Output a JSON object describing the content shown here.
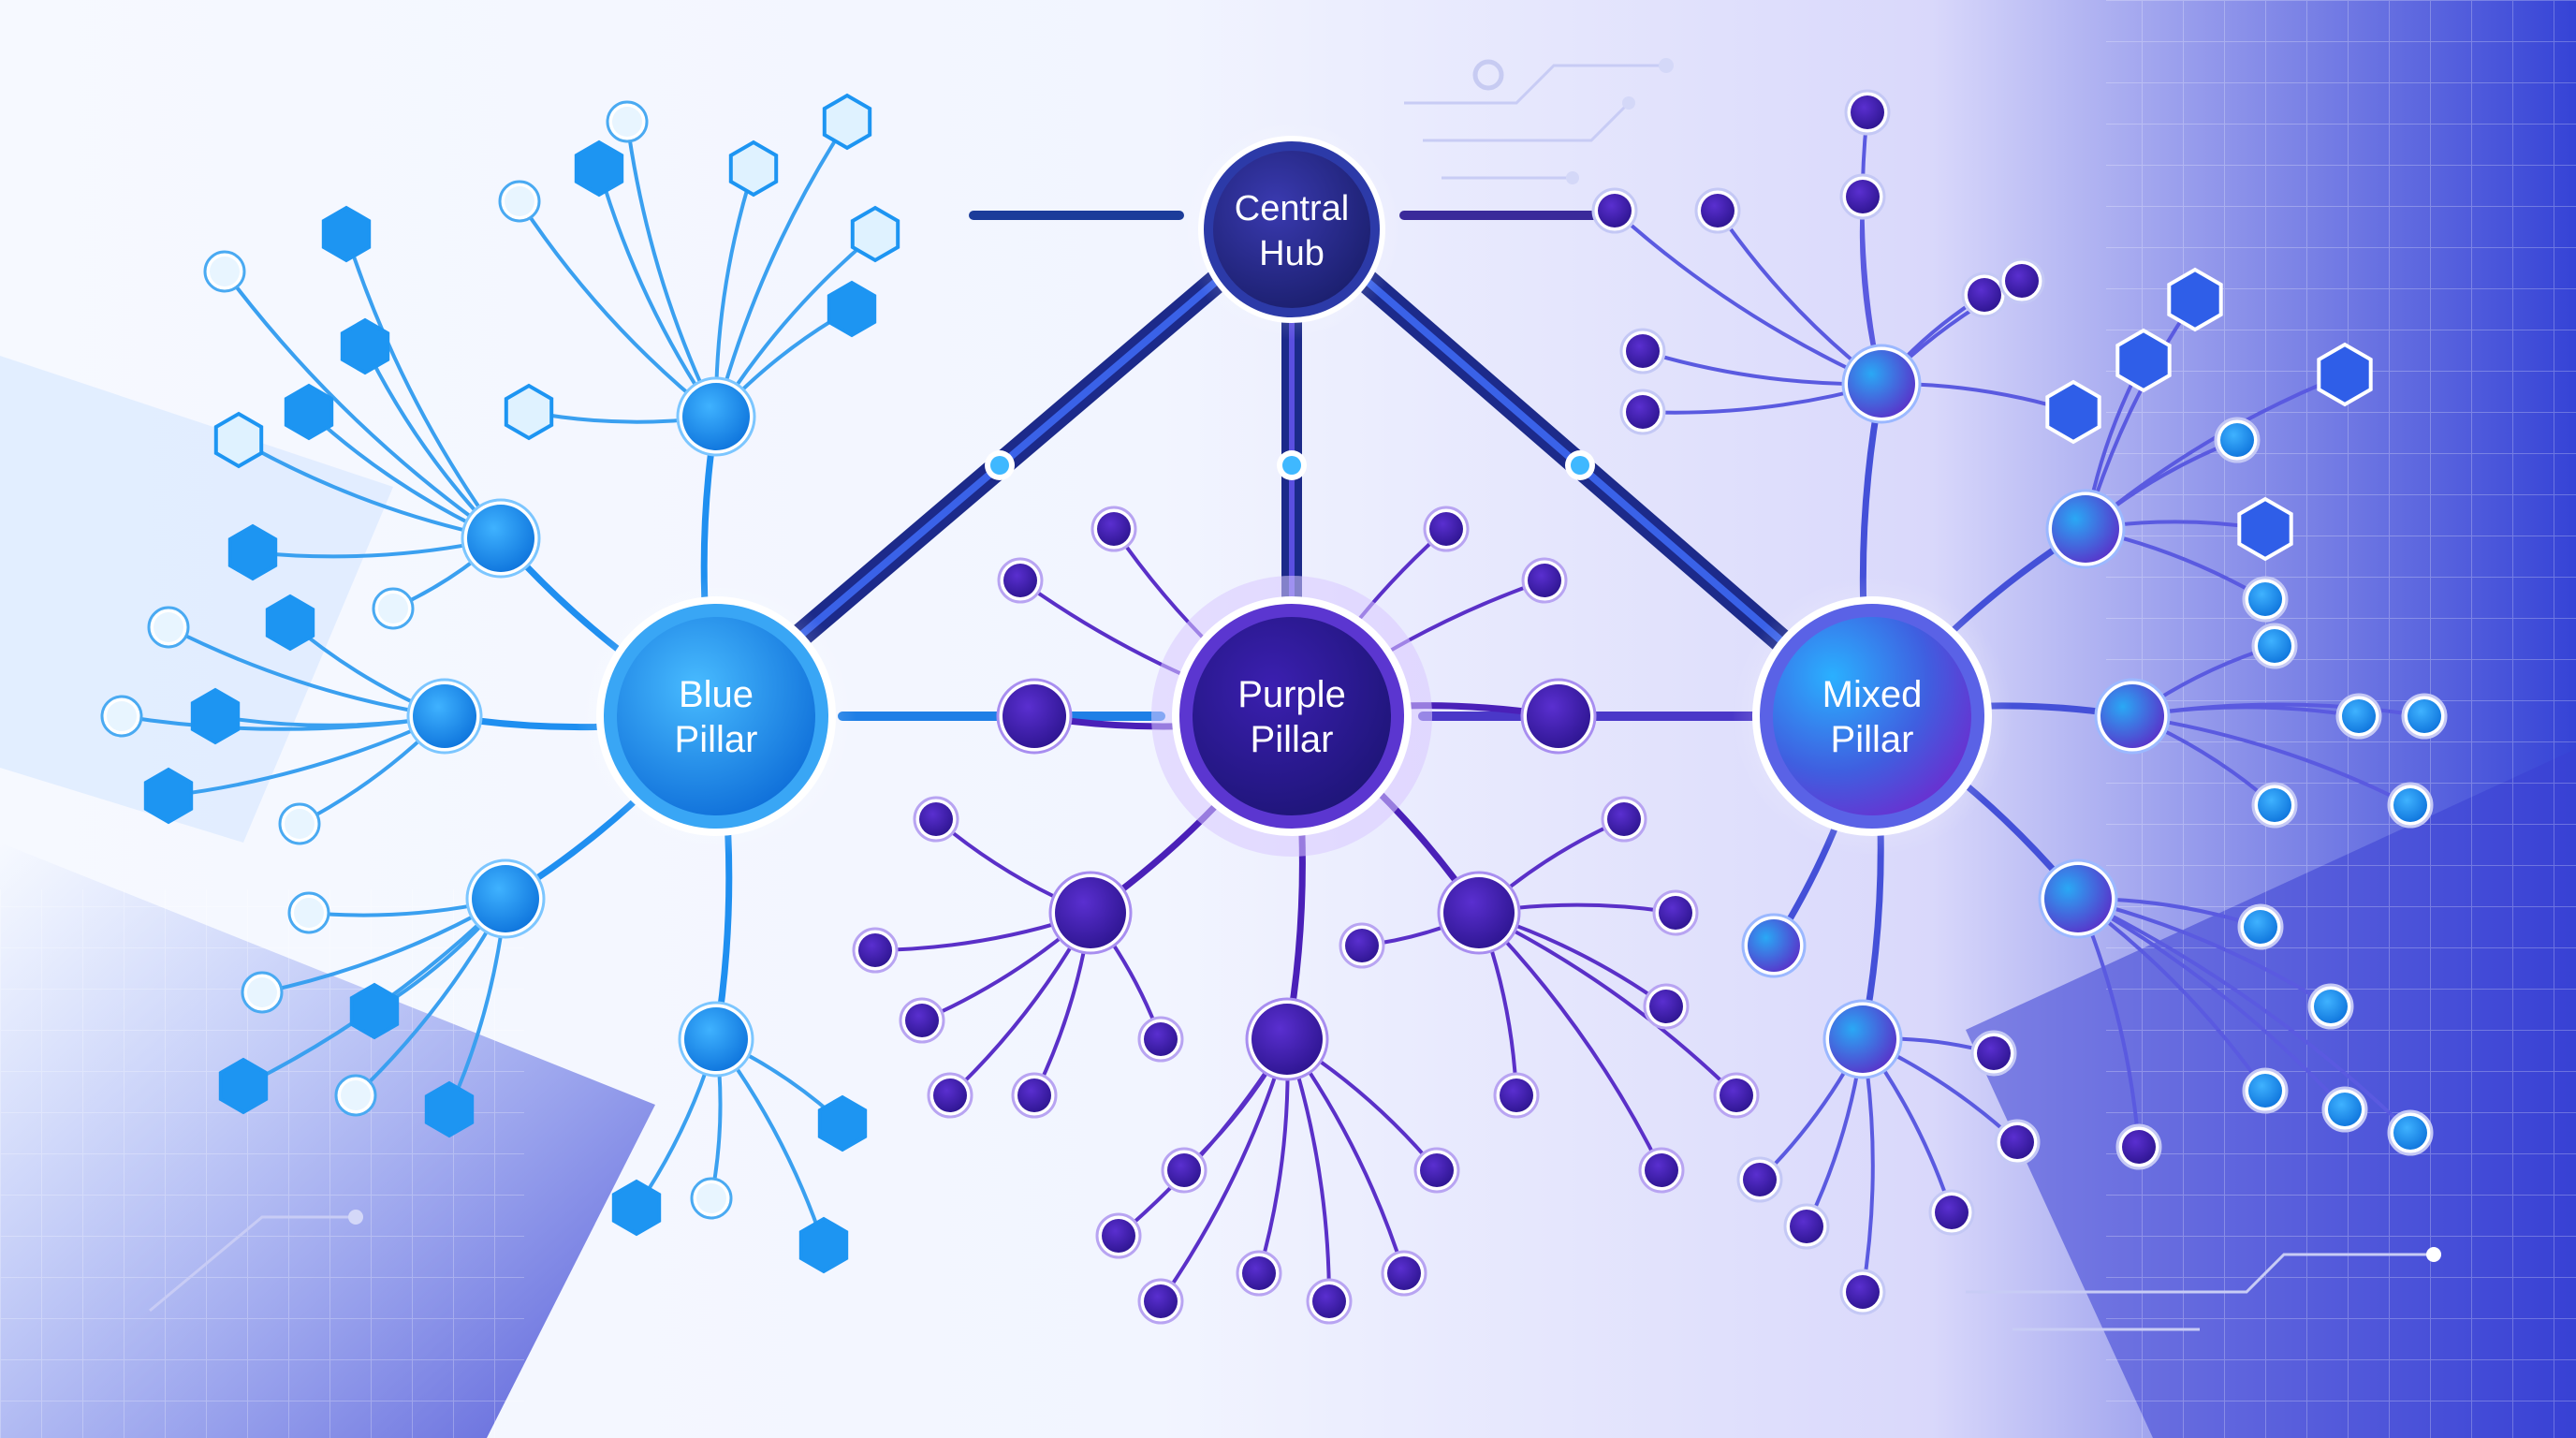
{
  "diagram": {
    "hub": {
      "label_line1": "Central",
      "label_line2": "Hub"
    },
    "pillars": [
      {
        "key": "blue",
        "label_line1": "Blue",
        "label_line2": "Pillar"
      },
      {
        "key": "purple",
        "label_line1": "Purple",
        "label_line2": "Pillar"
      },
      {
        "key": "mixed",
        "label_line1": "Mixed",
        "label_line2": "Pillar"
      }
    ]
  },
  "colors": {
    "blue": "#1a8ef0",
    "blue_light": "#6ec3ff",
    "purple": "#4a1fb0",
    "purple_light": "#7a4fd8",
    "navy": "#1e2a7a",
    "hub_fill": "#2a2580",
    "background_grid_blue": "#2b3fcf",
    "background_grid_purple": "#6a3fd0"
  }
}
